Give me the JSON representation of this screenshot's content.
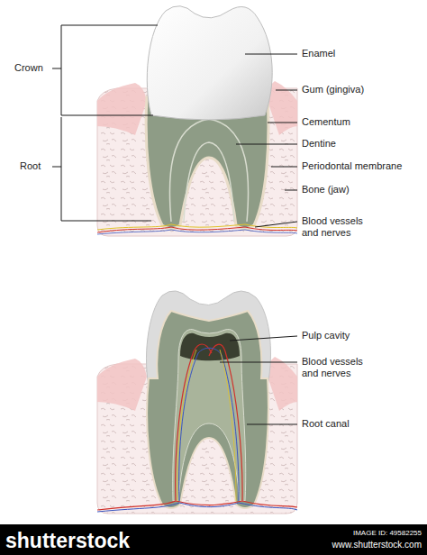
{
  "diagram": {
    "labels": [
      "Crown",
      "Root",
      "Enamel",
      "Gum (gingiva)",
      "Cementum",
      "Dentine",
      "Periodontal membrane",
      "Bone (jaw)",
      "Blood vessels and nerves",
      "Pulp cavity",
      "Blood vessels and nerves",
      "Root canal",
      "shutterstock",
      "IMAGE ID: 49582255",
      "www.shutterstock.com"
    ]
  }
}
